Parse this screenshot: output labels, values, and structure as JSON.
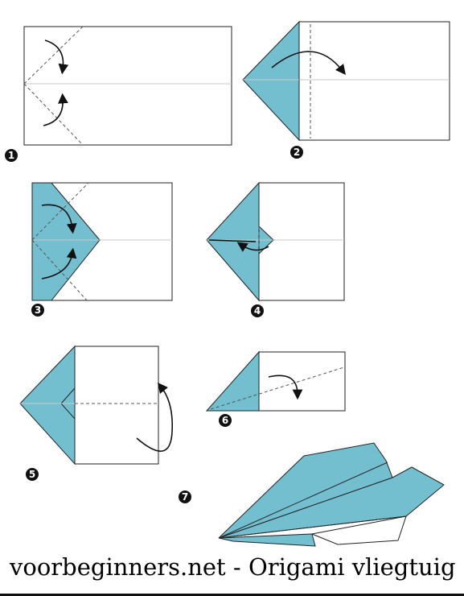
{
  "diagram": {
    "colors": {
      "paper_blue": "#73bfd0",
      "outline": "#222222",
      "crease": "#c8c8c8"
    },
    "steps": [
      {
        "number": "1"
      },
      {
        "number": "2"
      },
      {
        "number": "3"
      },
      {
        "number": "4"
      },
      {
        "number": "5"
      },
      {
        "number": "6"
      },
      {
        "number": "7"
      }
    ],
    "caption": "voorbeginners.net - Origami vliegtuig"
  }
}
